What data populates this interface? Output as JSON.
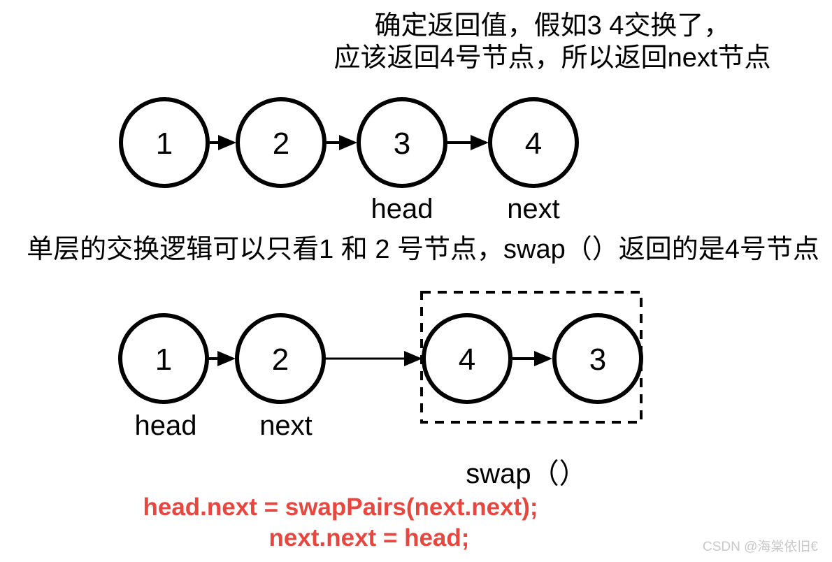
{
  "top_note": {
    "line1": "确定返回值，假如3 4交换了，",
    "line2": "应该返回4号节点，所以返回next节点"
  },
  "middle_note": "单层的交换逻辑可以只看1 和 2 号节点，swap（）返回的是4号节点",
  "diagram_top": {
    "nodes": [
      "1",
      "2",
      "3",
      "4"
    ],
    "head_label": "head",
    "next_label": "next"
  },
  "diagram_bottom": {
    "nodes": [
      "1",
      "2",
      "4",
      "3"
    ],
    "head_label": "head",
    "next_label": "next",
    "swap_label": "swap（）"
  },
  "code": {
    "line1": "head.next = swapPairs(next.next);",
    "line2": "next.next = head;"
  },
  "watermark": "CSDN @海棠依旧€",
  "colors": {
    "node_stroke": "#000000",
    "node_fill": "#ffffff",
    "code_red": "#e8473f",
    "watermark_gray": "#c9c9c9",
    "background": "#ffffff"
  }
}
